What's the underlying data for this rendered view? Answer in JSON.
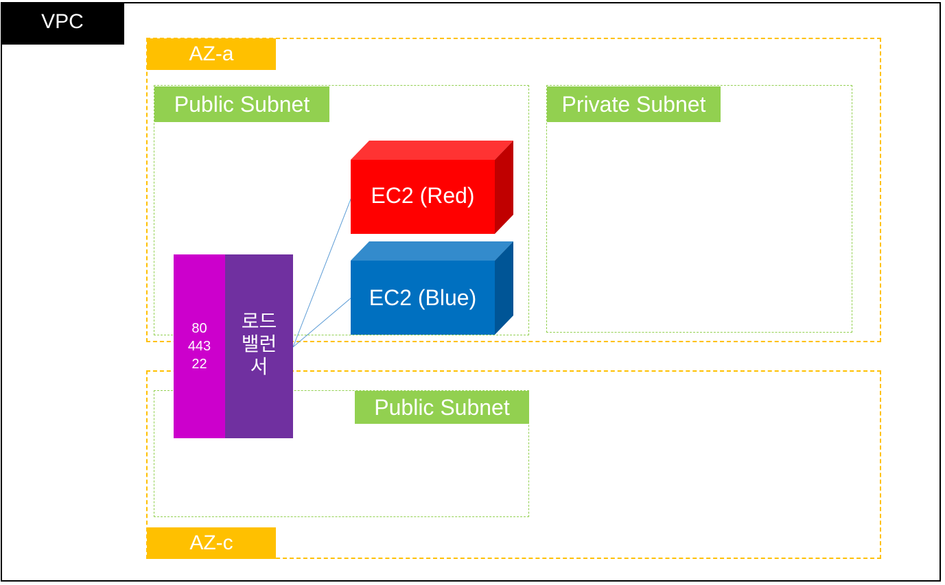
{
  "vpc": {
    "label": "VPC"
  },
  "az_a": {
    "label": "AZ-a",
    "public_subnet": {
      "label": "Public Subnet"
    },
    "private_subnet": {
      "label": "Private Subnet"
    }
  },
  "az_c": {
    "label": "AZ-c",
    "public_subnet": {
      "label": "Public Subnet"
    }
  },
  "ec2_red": {
    "label": "EC2 (Red)"
  },
  "ec2_blue": {
    "label": "EC2 (Blue)"
  },
  "load_balancer": {
    "ports": [
      "80",
      "443",
      "22"
    ],
    "label_lines": [
      "로드",
      "밸런",
      "서"
    ]
  },
  "colors": {
    "vpc": "#000000",
    "az": "#ffc000",
    "subnet": "#92d050",
    "ec2_red": "#ff0000",
    "ec2_blue": "#0070c0",
    "lb_ports": "#cc00cc",
    "lb_body": "#7030a0",
    "connector": "#5b9bd5"
  }
}
